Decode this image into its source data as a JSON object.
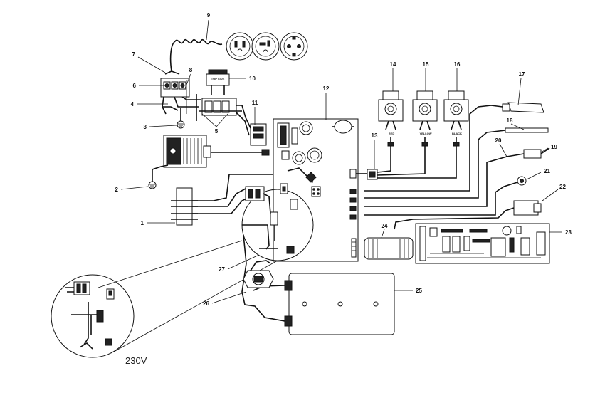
{
  "callouts": {
    "c1": "1",
    "c2": "2",
    "c3": "3",
    "c4": "4",
    "c5": "5",
    "c6": "6",
    "c7": "7",
    "c8": "8",
    "c9": "9",
    "c10": "10",
    "c11": "11",
    "c12": "12",
    "c13": "13",
    "c14": "14",
    "c15": "15",
    "c16": "16",
    "c17": "17",
    "c18": "18",
    "c19": "19",
    "c20": "20",
    "c21": "21",
    "c22": "22",
    "c23": "23",
    "c24": "24",
    "c25": "25",
    "c26": "26",
    "c27": "27"
  },
  "voltage_label": "230V",
  "switch_label": "TOP SIDE",
  "valve_labels": {
    "red": "RED",
    "yellow": "YELLOW",
    "black": "BLACK"
  }
}
